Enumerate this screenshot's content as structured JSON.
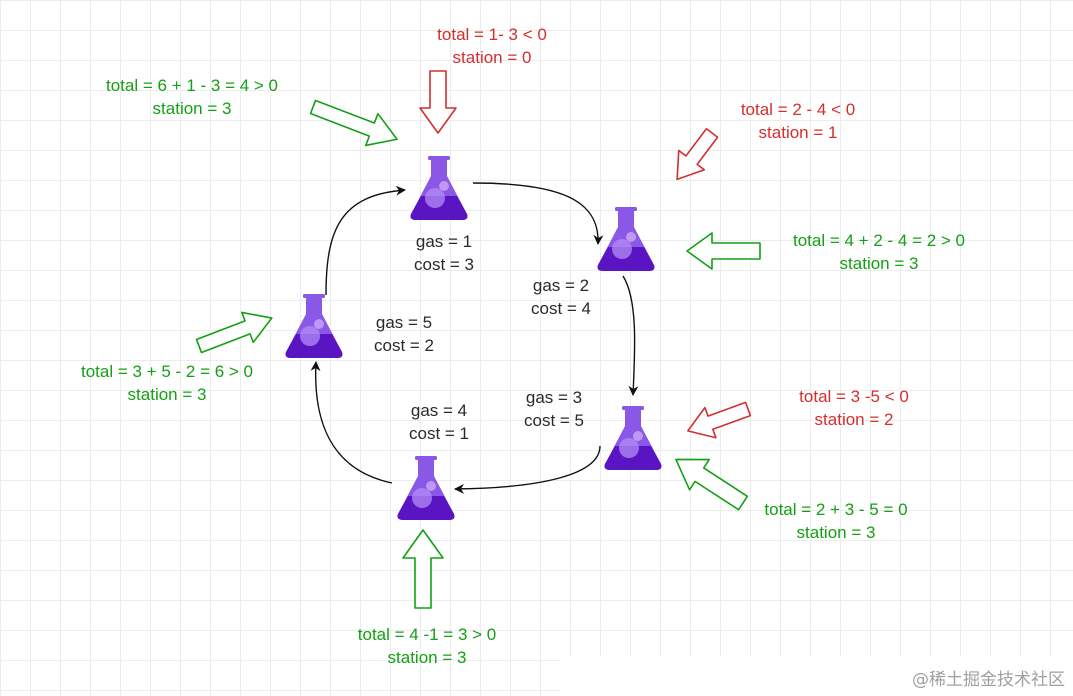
{
  "stations": [
    {
      "id": "s0",
      "gas_label": "gas = 1",
      "cost_label": "cost = 3"
    },
    {
      "id": "s1",
      "gas_label": "gas = 2",
      "cost_label": "cost = 4"
    },
    {
      "id": "s2",
      "gas_label": "gas = 3",
      "cost_label": "cost = 5"
    },
    {
      "id": "s3",
      "gas_label": "gas = 4",
      "cost_label": "cost = 1"
    },
    {
      "id": "s4",
      "gas_label": "gas = 5",
      "cost_label": "cost = 2"
    }
  ],
  "annotations": [
    {
      "id": "top-red",
      "color": "red",
      "line1": "total = 1- 3 < 0",
      "line2": "station = 0"
    },
    {
      "id": "topleft-green",
      "color": "green",
      "line1": "total = 6 + 1 - 3 = 4 > 0",
      "line2": "station = 3"
    },
    {
      "id": "topright-red",
      "color": "red",
      "line1": "total = 2 - 4 < 0",
      "line2": "station = 1"
    },
    {
      "id": "right-green",
      "color": "green",
      "line1": "total = 4 + 2 - 4 = 2 > 0",
      "line2": "station = 3"
    },
    {
      "id": "left-green",
      "color": "green",
      "line1": "total = 3 + 5 - 2 = 6 > 0",
      "line2": "station = 3"
    },
    {
      "id": "lowright-red",
      "color": "red",
      "line1": "total = 3 -5 < 0",
      "line2": "station = 2"
    },
    {
      "id": "bottomright-green",
      "color": "green",
      "line1": "total = 2 + 3 - 5 = 0",
      "line2": "station = 3"
    },
    {
      "id": "bottom-green",
      "color": "green",
      "line1": "total = 4 -1 = 3 > 0",
      "line2": "station = 3"
    }
  ],
  "colors": {
    "red": "#d32f2f",
    "green": "#14a014",
    "flask_fill": "#6a1fd0",
    "flask_light": "#a77af0",
    "edge": "#111111"
  },
  "icons": {
    "station": "flask-icon"
  },
  "watermark": "@稀土掘金技术社区"
}
